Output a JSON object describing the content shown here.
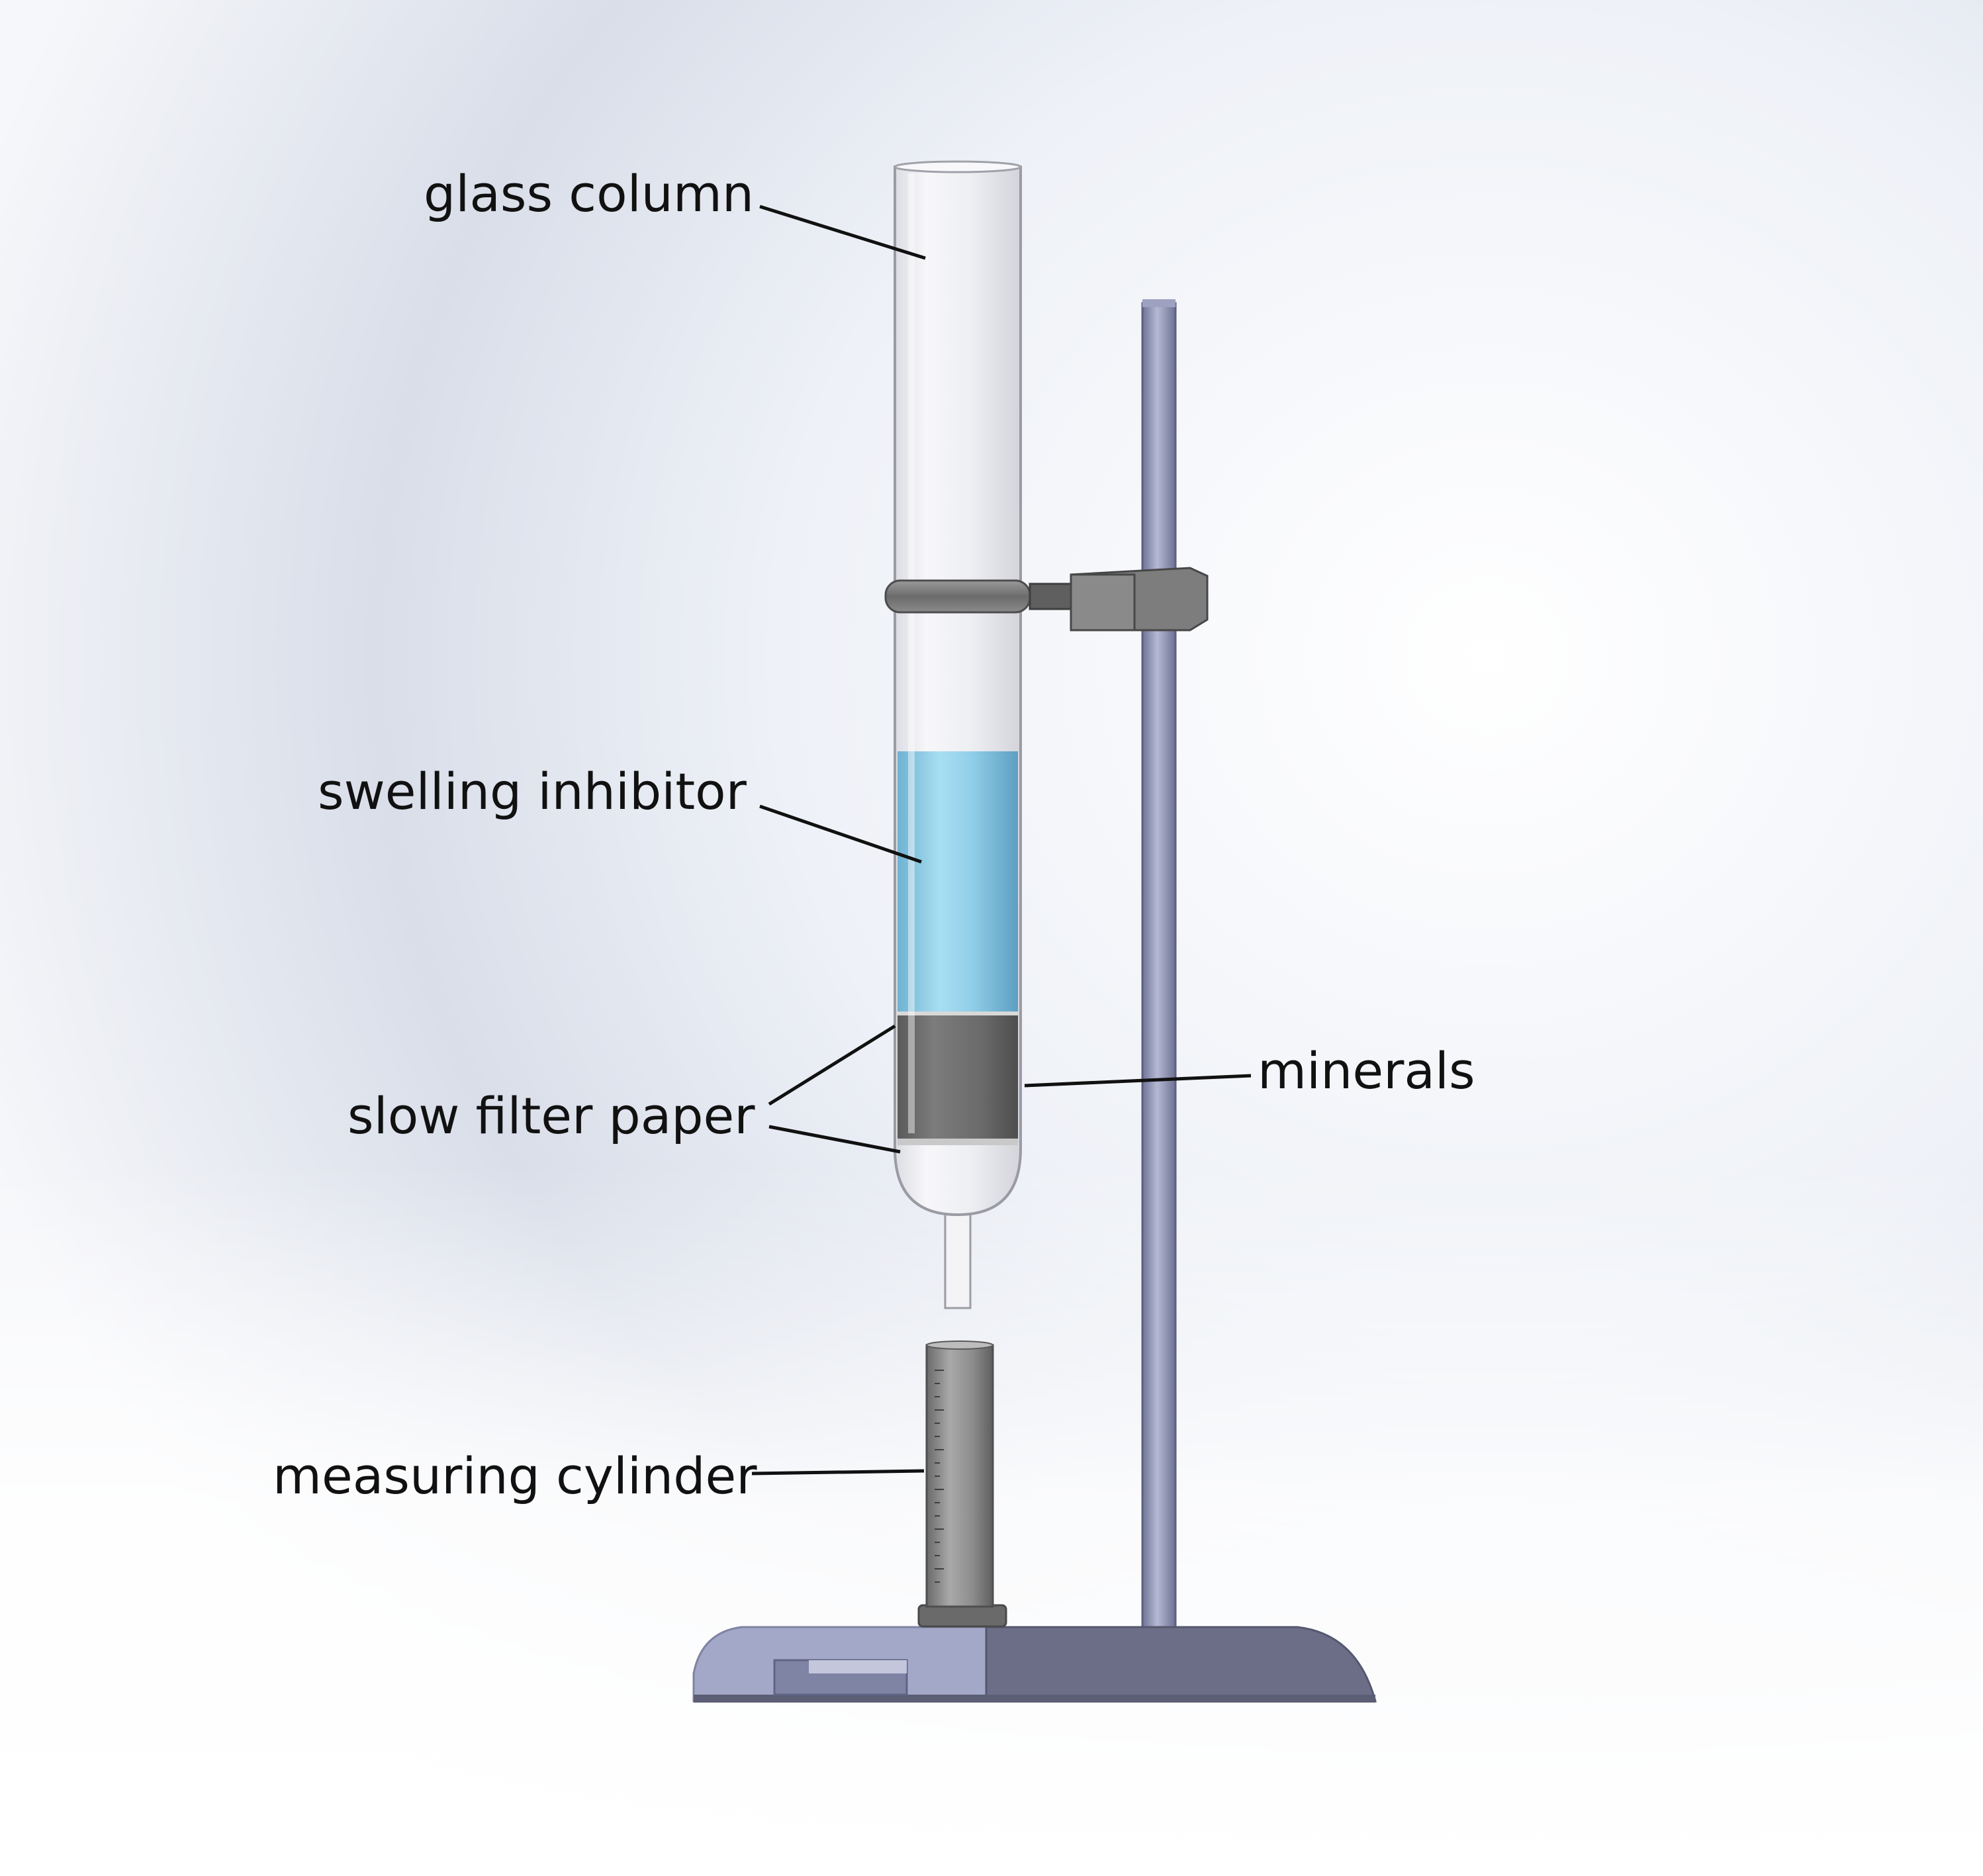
{
  "labels": {
    "glass_column": "glass column",
    "swelling_inhibitor": "swelling inhibitor",
    "slow_filter_paper": "slow filter paper",
    "minerals": "minerals",
    "measuring_cylinder": "measuring cylinder"
  },
  "colors": {
    "background": "#ffffff",
    "glass": "#f3f4f8",
    "swelling_inhibitor": "#8ecde6",
    "minerals": "#6e6e6e",
    "filter_paper": "#cfcfcf",
    "stand_base_light": "#a3a7c6",
    "stand_base_dark": "#6a6d84",
    "rod": "#8d92b3",
    "clamp": "#7a7a7a",
    "cylinder": "#8a8a8a",
    "leader_line": "#111111"
  }
}
